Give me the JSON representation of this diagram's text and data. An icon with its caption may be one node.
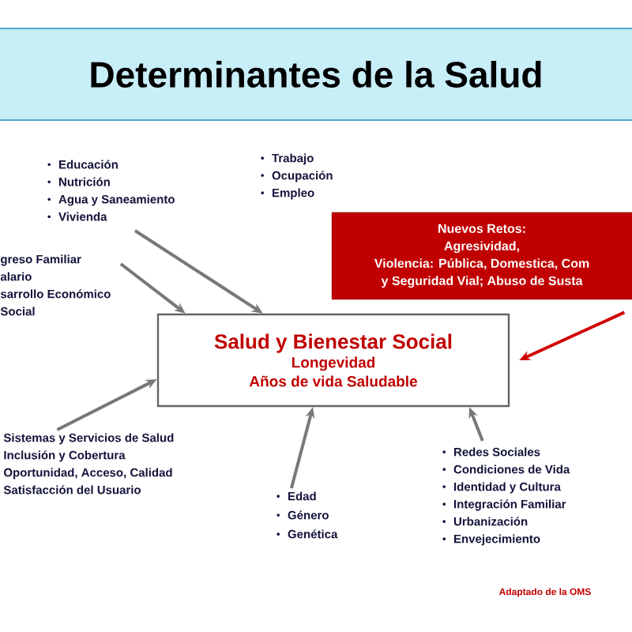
{
  "diagram": {
    "title": "Determinantes de la Salud",
    "nodes": [
      {
        "text": [
          "Salud y Bienestar Social",
          "Longevidad",
          "Años de vida Saludable"
        ]
      },
      {
        "text": [
          "Educación",
          "Nutrición",
          "Agua y Saneamiento",
          "Vivienda"
        ]
      },
      {
        "text": [
          "Trabajo",
          "Ocupación",
          "Empleo"
        ]
      },
      {
        "text": [
          "greso Familiar",
          "alario",
          "sarrollo Económico",
          "Social"
        ]
      },
      {
        "text": [
          "Nuevos Retos:",
          "Agresividad,",
          "Violencia: Pública, Domestica, Com",
          "y  Seguridad Vial; Abuso de Susta"
        ]
      },
      {
        "text": [
          "Sistemas y Servicios de Salud",
          "Inclusión y Cobertura",
          "Oportunidad, Acceso, Calidad",
          "Satisfacción del Usuario"
        ]
      },
      {
        "text": [
          "Edad",
          "Género",
          "Genética"
        ]
      },
      {
        "text": [
          "Redes Sociales",
          "Condiciones de Vida",
          "Identidad y Cultura",
          "Integración Familiar",
          "Urbanización",
          "Envejecimiento"
        ]
      }
    ],
    "edges": [
      {
        "from": 1,
        "to": 0,
        "arrow": "to"
      },
      {
        "from": 3,
        "to": 0,
        "arrow": "to"
      },
      {
        "from": 5,
        "to": 0,
        "arrow": "to"
      },
      {
        "from": 6,
        "to": 0,
        "arrow": "to"
      },
      {
        "from": 7,
        "to": 0,
        "arrow": "to"
      },
      {
        "from": 4,
        "to": 0,
        "arrow": "to",
        "color": "#d00000"
      }
    ],
    "labels": [
      "Adaptado de la OMS"
    ]
  }
}
